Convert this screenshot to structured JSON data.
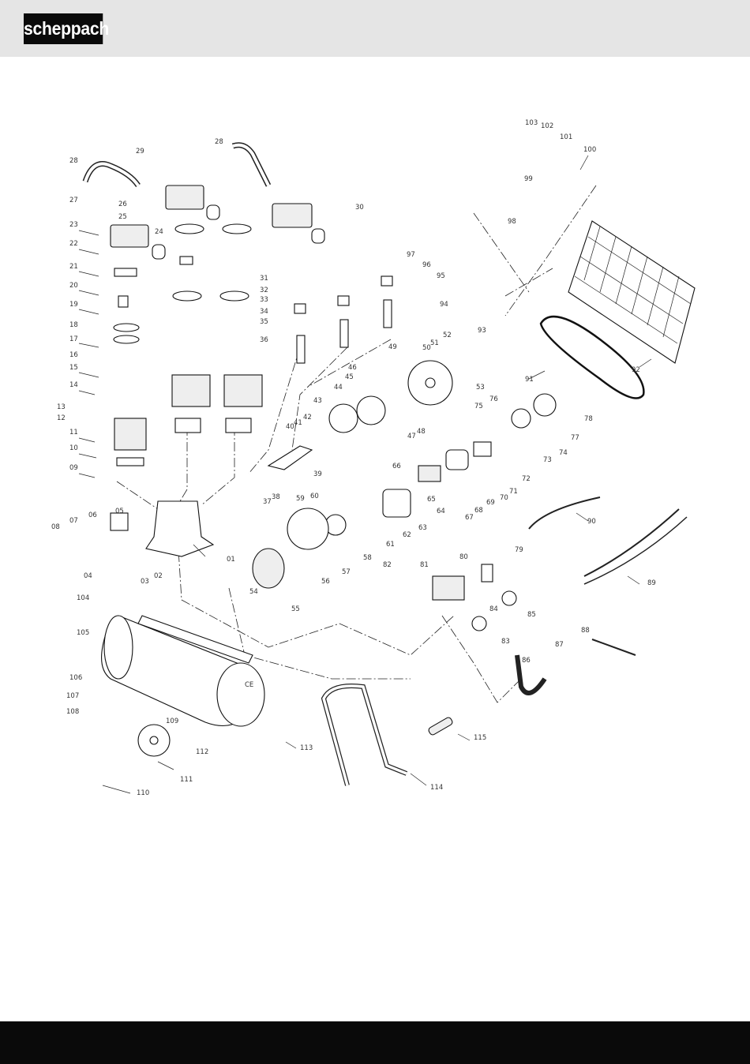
{
  "brand": {
    "logo_text": "scheppach"
  },
  "callouts": [
    "01",
    "02",
    "03",
    "04",
    "05",
    "06",
    "07",
    "08",
    "09",
    "10",
    "11",
    "12",
    "13",
    "14",
    "15",
    "16",
    "17",
    "18",
    "19",
    "20",
    "21",
    "22",
    "23",
    "24",
    "25",
    "26",
    "27",
    "28",
    "28",
    "29",
    "30",
    "31",
    "32",
    "33",
    "34",
    "35",
    "36",
    "37",
    "38",
    "39",
    "40",
    "41",
    "42",
    "43",
    "44",
    "45",
    "46",
    "47",
    "48",
    "49",
    "50",
    "51",
    "52",
    "53",
    "54",
    "55",
    "56",
    "57",
    "58",
    "59",
    "60",
    "61",
    "62",
    "63",
    "64",
    "65",
    "66",
    "67",
    "68",
    "69",
    "70",
    "71",
    "72",
    "73",
    "74",
    "75",
    "76",
    "77",
    "78",
    "79",
    "80",
    "81",
    "82",
    "83",
    "84",
    "85",
    "86",
    "87",
    "88",
    "89",
    "90",
    "91",
    "92",
    "93",
    "94",
    "95",
    "96",
    "97",
    "98",
    "99",
    "100",
    "101",
    "102",
    "103",
    "104",
    "105",
    "106",
    "107",
    "108",
    "109",
    "110",
    "111",
    "112",
    "113",
    "114",
    "115"
  ],
  "tank_mark": "CE"
}
